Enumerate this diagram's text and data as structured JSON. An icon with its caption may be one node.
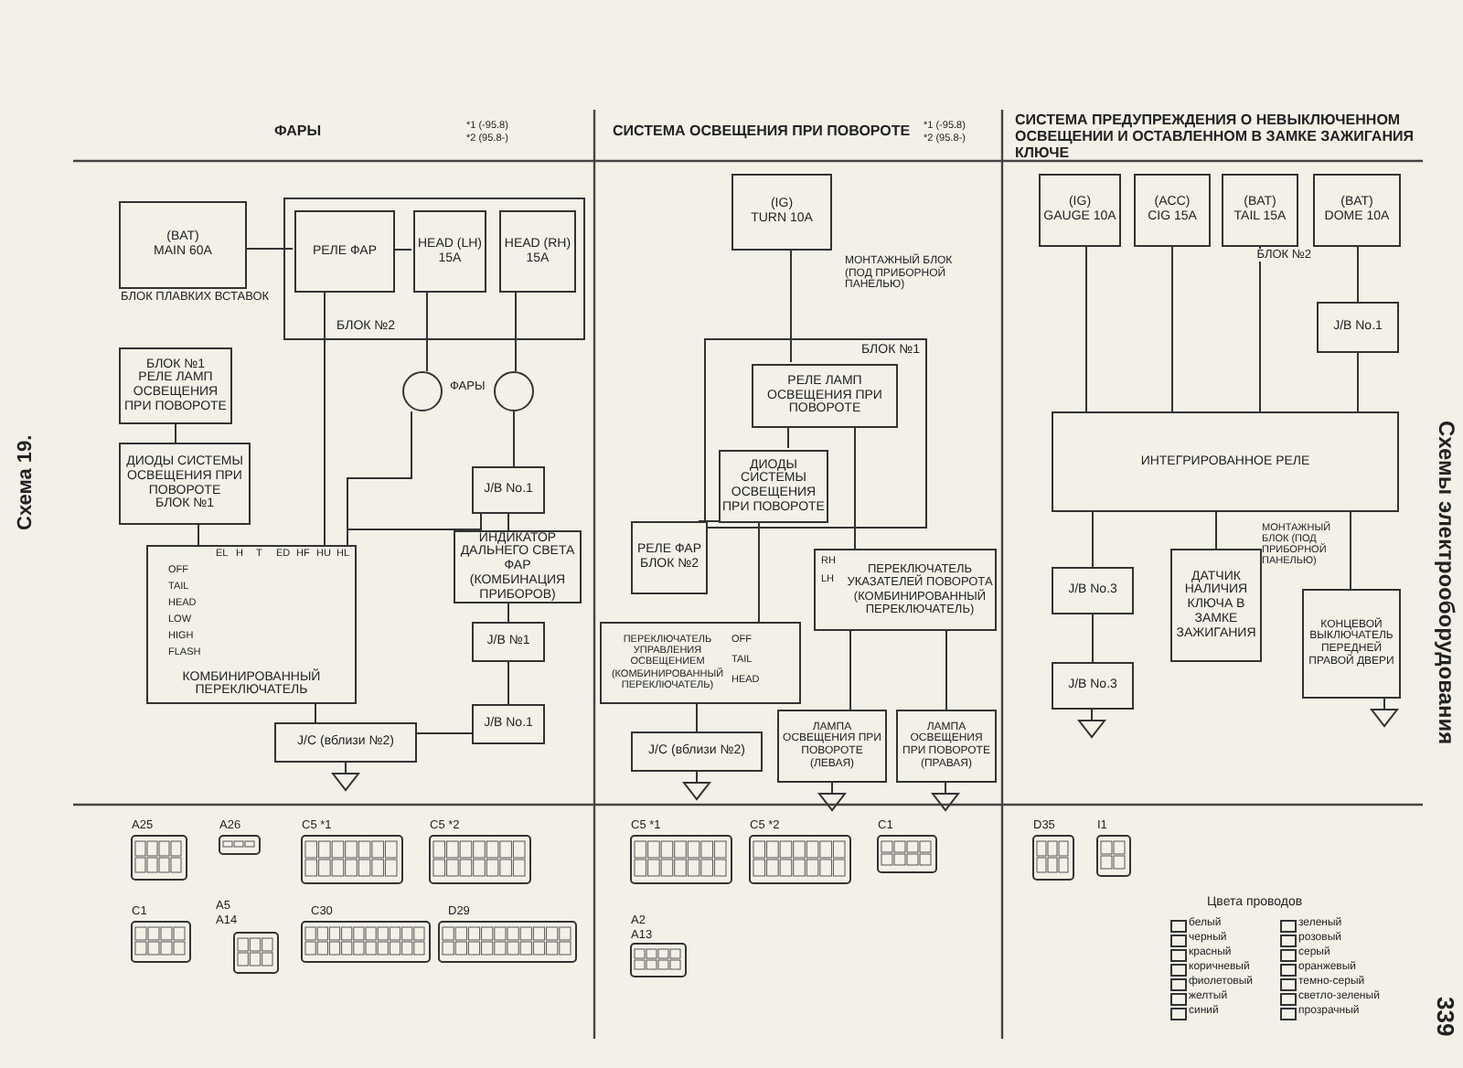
{
  "diagram": {
    "nodes": [
      {
        "text": [
          "(BAT)",
          "MAIN 60A"
        ],
        "beside": [
          "БЛОК ПЛАВКИХ ВСТАВОК"
        ]
      },
      {
        "text": [
          "БЛОК №2"
        ]
      },
      {
        "text": [
          "РЕЛЕ ФАР"
        ],
        "in": 1
      },
      {
        "text": [
          "HEAD (LH) 15A"
        ],
        "in": 1
      },
      {
        "text": [
          "HEAD (RH) 15A"
        ],
        "in": 1
      },
      {
        "text": [
          "БЛОК №1",
          "РЕЛЕ ЛАМП ОСВЕЩЕНИЯ ПРИ ПОВОРОТЕ"
        ]
      },
      {
        "text": [
          "ДИОДЫ СИСТЕМЫ ОСВЕЩЕНИЯ ПРИ ПОВОРОТЕ",
          "БЛОК №1"
        ]
      },
      {
        "text": [],
        "shape": "circle"
      },
      {
        "text": [],
        "shape": "circle"
      },
      {
        "text": [
          "КОМБИНИРОВАННЫЙ ПЕРЕКЛЮЧАТЕЛЬ"
        ]
      },
      {
        "text": [
          "J/B No.1"
        ]
      },
      {
        "text": [
          "ИНДИКАТОР ДАЛЬНЕГО СВЕТА ФАР (КОМБИНАЦИЯ ПРИБОРОВ)"
        ]
      },
      {
        "text": [
          "J/B №1"
        ]
      },
      {
        "text": [
          "J/B No.1"
        ]
      },
      {
        "text": [
          "J/C (вблизи №2)"
        ]
      },
      {
        "text": [
          "(IG)",
          "TURN 10A"
        ]
      },
      {
        "text": [
          "БЛОК №1"
        ]
      },
      {
        "text": [
          "РЕЛЕ ЛАМП ОСВЕЩЕНИЯ ПРИ ПОВОРОТЕ"
        ],
        "in": 16
      },
      {
        "text": [
          "ДИОДЫ СИСТЕМЫ ОСВЕЩЕНИЯ ПРИ ПОВОРОТЕ"
        ],
        "in": 16
      },
      {
        "text": [
          "РЕЛЕ ФАР",
          "БЛОК №2"
        ]
      },
      {
        "text": [
          "ПЕРЕКЛЮЧАТЕЛЬ УПРАВЛЕНИЯ ОСВЕЩЕНИЕМ (КОМБИНИРОВАННЫЙ ПЕРЕКЛЮЧАТЕЛЬ)"
        ]
      },
      {
        "text": [
          "ПЕРЕКЛЮЧАТЕЛЬ УКАЗАТЕЛЕЙ ПОВОРОТА (КОМБИНИРОВАННЫЙ ПЕРЕКЛЮЧАТЕЛЬ)"
        ]
      },
      {
        "text": [
          "ЛАМПА ОСВЕЩЕНИЯ ПРИ ПОВОРОТЕ (ЛЕВАЯ)"
        ]
      },
      {
        "text": [
          "ЛАМПА ОСВЕЩЕНИЯ ПРИ ПОВОРОТЕ (ПРАВАЯ)"
        ]
      },
      {
        "text": [
          "J/C (вблизи №2)"
        ]
      },
      {
        "text": [
          "(IG)",
          "GAUGE 10A"
        ]
      },
      {
        "text": [
          "(ACC)",
          "CIG 15A"
        ]
      },
      {
        "text": [
          "(BAT)",
          "TAIL 15A"
        ]
      },
      {
        "text": [
          "(BAT)",
          "DOME 10A"
        ],
        "beside": [
          "БЛОК №2"
        ]
      },
      {
        "text": [
          "J/B No.1"
        ]
      },
      {
        "text": [
          "ИНТЕГРИРОВАННОЕ РЕЛЕ"
        ]
      },
      {
        "text": [
          "J/B No.3"
        ]
      },
      {
        "text": [
          "J/B No.3"
        ]
      },
      {
        "text": [
          "ДАТЧИК НАЛИЧИЯ КЛЮЧА В ЗАМКЕ ЗАЖИГАНИЯ"
        ]
      },
      {
        "text": [
          "КОНЦЕВОЙ ВЫКЛЮЧАТЕЛЬ ПЕРЕДНЕЙ ПРАВОЙ ДВЕРИ"
        ]
      }
    ],
    "edges": [
      {
        "from": 0,
        "to": 2,
        "arrow": "none"
      },
      {
        "from": 2,
        "to": 3,
        "arrow": "none"
      },
      {
        "from": 2,
        "to": 9,
        "arrow": "none"
      },
      {
        "from": 3,
        "to": 7,
        "arrow": "none"
      },
      {
        "from": 4,
        "to": 8,
        "arrow": "none"
      },
      {
        "from": 5,
        "to": 6,
        "arrow": "none"
      },
      {
        "from": 6,
        "to": 9,
        "arrow": "none"
      },
      {
        "from": 7,
        "to": 9,
        "arrow": "none"
      },
      {
        "from": 8,
        "to": 10,
        "arrow": "none"
      },
      {
        "from": 10,
        "to": 9,
        "arrow": "none"
      },
      {
        "from": 10,
        "to": 11,
        "arrow": "none"
      },
      {
        "from": 11,
        "to": 12,
        "arrow": "none"
      },
      {
        "from": 12,
        "to": 13,
        "arrow": "none"
      },
      {
        "from": 13,
        "to": 14,
        "arrow": "none"
      },
      {
        "from": 9,
        "to": 14,
        "arrow": "none"
      },
      {
        "from": 15,
        "to": 17,
        "arrow": "none"
      },
      {
        "from": 17,
        "to": 18,
        "arrow": "none"
      },
      {
        "from": 17,
        "to": 21,
        "arrow": "none"
      },
      {
        "from": 18,
        "to": 19,
        "arrow": "none"
      },
      {
        "from": 18,
        "to": 20,
        "arrow": "none"
      },
      {
        "from": 20,
        "to": 24,
        "arrow": "none"
      },
      {
        "from": 21,
        "to": 22,
        "arrow": "none"
      },
      {
        "from": 21,
        "to": 23,
        "arrow": "none"
      },
      {
        "from": 25,
        "to": 30,
        "arrow": "none"
      },
      {
        "from": 26,
        "to": 30,
        "arrow": "none"
      },
      {
        "from": 27,
        "to": 30,
        "arrow": "none"
      },
      {
        "from": 28,
        "to": 29,
        "arrow": "none"
      },
      {
        "from": 29,
        "to": 30,
        "arrow": "none"
      },
      {
        "from": 30,
        "to": 31,
        "arrow": "none"
      },
      {
        "from": 31,
        "to": 32,
        "arrow": "none"
      },
      {
        "from": 30,
        "to": 33,
        "arrow": "none"
      },
      {
        "from": 30,
        "to": 34,
        "arrow": "none"
      }
    ],
    "labels": [
      "Схема 19.",
      "ФАРЫ",
      "*1 (-95.8)",
      "*2 (95.8-)",
      "СИСТЕМА ОСВЕЩЕНИЯ ПРИ ПОВОРОТЕ",
      "*1 (-95.8)",
      "*2 (95.8-)",
      "СИСТЕМА ПРЕДУПРЕЖДЕНИЯ О НЕВЫКЛЮЧЕННОМ ОСВЕЩЕНИИ И ОСТАВЛЕННОМ В ЗАМКЕ ЗАЖИГАНИЯ КЛЮЧЕ",
      "Схемы электрооборудования",
      "ФАРЫ",
      "МОНТАЖНЫЙ БЛОК (ПОД ПРИБОРНОЙ ПАНЕЛЬЮ)",
      "EL",
      "H",
      "T",
      "ED",
      "HF",
      "HU",
      "HL",
      "OFF",
      "TAIL",
      "HEAD",
      "LOW",
      "HIGH",
      "FLASH",
      "OFF",
      "TAIL",
      "HEAD",
      "RH",
      "LH",
      "МОНТАЖНЫЙ БЛОК (ПОД ПРИБОРНОЙ ПАНЕЛЬЮ)",
      "A25",
      "A26",
      "C5 *1",
      "C5 *2",
      "C1",
      "A5",
      "A14",
      "C30",
      "D29",
      "C5 *1",
      "C5 *2",
      "C1",
      "A2",
      "A13",
      "D35",
      "I1",
      "Цвета проводов",
      "339"
    ],
    "legend": [
      {
        "text": "белый"
      },
      {
        "text": "черный"
      },
      {
        "text": "красный"
      },
      {
        "text": "коричневый"
      },
      {
        "text": "фиолетовый"
      },
      {
        "text": "желтый"
      },
      {
        "text": "синий"
      },
      {
        "text": "зеленый"
      },
      {
        "text": "розовый"
      },
      {
        "text": "серый"
      },
      {
        "text": "оранжевый"
      },
      {
        "text": "темно-серый"
      },
      {
        "text": "светло-зеленый"
      },
      {
        "text": "прозрачный"
      }
    ]
  }
}
